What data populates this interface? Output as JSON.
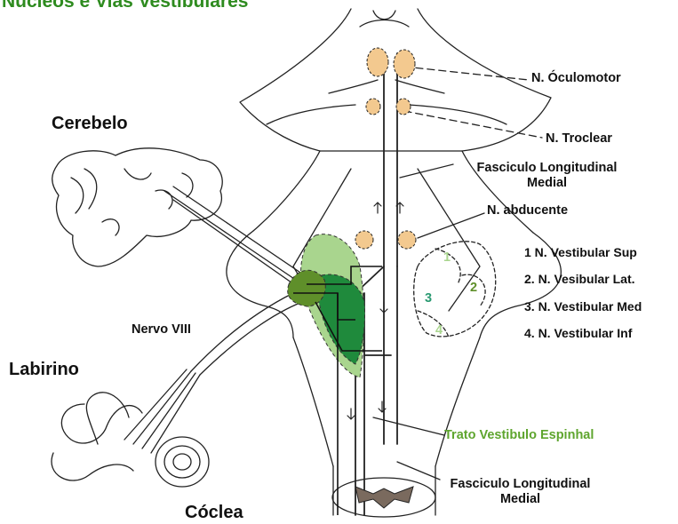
{
  "title": "Núcleos e Vias Vestibulares",
  "labels": {
    "cerebelo": "Cerebelo",
    "labirino": "Labirino",
    "coclea": "Cóclea",
    "nervo_viii": "Nervo VIII",
    "oculomotor": "N. Óculomotor",
    "troclear": "N. Troclear",
    "flm_top_1": "Fasciculo Longitudinal",
    "flm_top_2": "Medial",
    "abducente": "N. abducente",
    "trato": "Trato Vestibulo Espinhal",
    "flm_bottom_1": "Fasciculo Longitudinal",
    "flm_bottom_2": "Medial"
  },
  "legend": [
    "1  N. Vestibular Sup",
    "2. N. Vesibular Lat.",
    "3. N. Vestibular Med",
    "4. N. Vestibular Inf"
  ],
  "nucleus_numbers": [
    "1",
    "2",
    "3",
    "4"
  ],
  "colors": {
    "title": "#2e8b1f",
    "nucleus_dark": "#1f8a3c",
    "nucleus_light": "#a9d58e",
    "nucleus_olive": "#5f8f2a",
    "motor_nuclei": "#f3c98f",
    "trato_label": "#5ea52e"
  }
}
